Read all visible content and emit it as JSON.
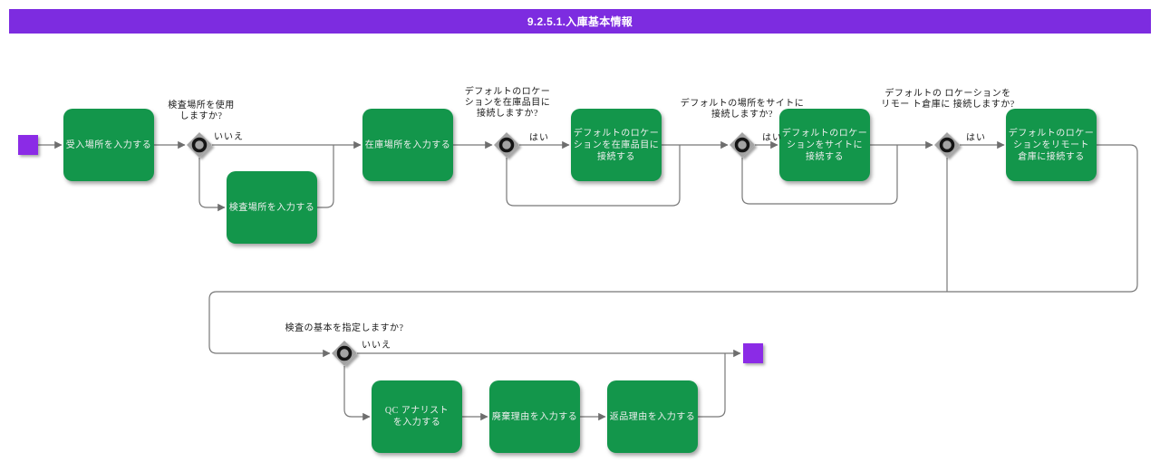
{
  "title": "9.2.5.1.入庫基本情報",
  "colors": {
    "header_bar": "#7d2ce0",
    "activity_green": "#13964b",
    "start_end_purple": "#8b2be6",
    "connector_gray": "#787878",
    "gateway_gray": "#a3a3a3",
    "label_text": "#1a1a1a",
    "activity_text": "#efefef"
  },
  "nodes": {
    "receiving_location": {
      "label": "受入場所を入力する"
    },
    "inspection_location": {
      "label": "検査場所を入力する"
    },
    "stock_location": {
      "label": "在庫場所を入力する"
    },
    "connect_item_location": {
      "label": "デフォルトのロケー\nションを在庫品目に\n接続する"
    },
    "connect_site_location": {
      "label": "デフォルトのロケー\nションをサイトに\n接続する"
    },
    "connect_remote_location": {
      "label": "デフォルトのロケー\nションをリモート\n倉庫に接続する"
    },
    "qc_analyst": {
      "label": "QC アナリスト\nを入力する"
    },
    "disposal_reason": {
      "label": "廃棄理由を入力する"
    },
    "return_reason": {
      "label": "返品理由を入力する"
    }
  },
  "decisions": {
    "use_inspection_location": {
      "question": "検査場所を使用\nしますか?",
      "branch_label": "いいえ"
    },
    "connect_default_to_item": {
      "question": "デフォルトのロケー\nションを在庫品目に\n接続しますか?",
      "branch_label": "はい"
    },
    "connect_default_to_site": {
      "question": "デフォルトの場所をサイトに\n接続しますか?",
      "branch_label": "はい"
    },
    "connect_default_to_remote": {
      "question": "デフォルトの ロケーションを\nリモー ト倉庫に 接続しますか?",
      "branch_label": "はい"
    },
    "specify_inspection_basis": {
      "question": "検査の基本を指定しますか?",
      "branch_label": "いいえ"
    }
  }
}
